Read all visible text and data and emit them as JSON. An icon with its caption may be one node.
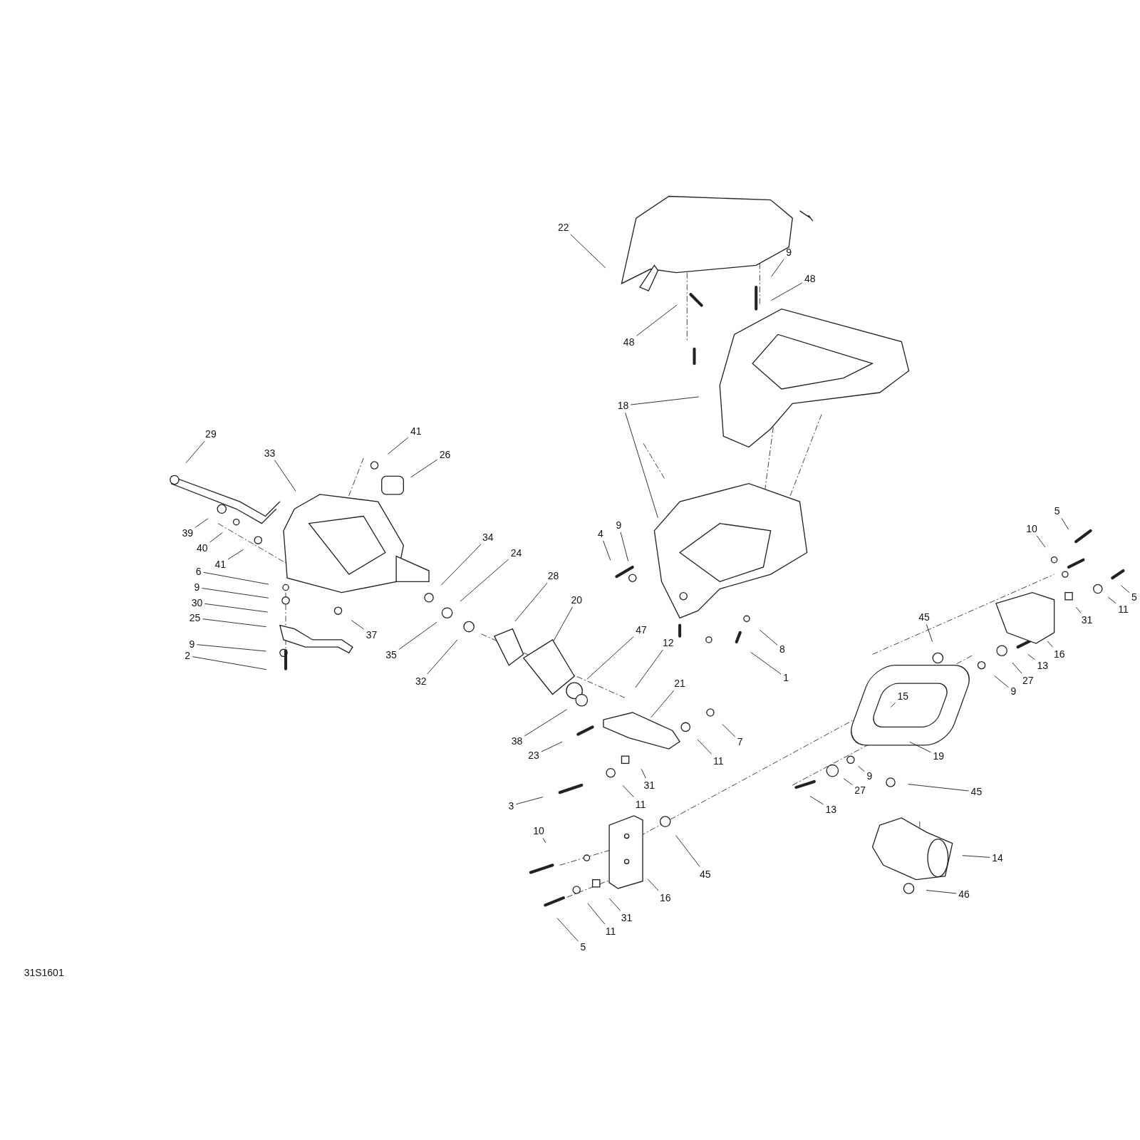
{
  "diagram": {
    "nodes": [
      {
        "text": [
          "22"
        ]
      },
      {
        "text": [
          "9"
        ]
      },
      {
        "text": [
          "48"
        ]
      },
      {
        "text": [
          "48"
        ]
      },
      {
        "text": [
          "18"
        ]
      },
      {
        "text": [
          "29"
        ]
      },
      {
        "text": [
          "33"
        ]
      },
      {
        "text": [
          "41"
        ]
      },
      {
        "text": [
          "26"
        ]
      },
      {
        "text": [
          "39"
        ]
      },
      {
        "text": [
          "40"
        ]
      },
      {
        "text": [
          "41"
        ]
      },
      {
        "text": [
          "6"
        ]
      },
      {
        "text": [
          "9"
        ]
      },
      {
        "text": [
          "30"
        ]
      },
      {
        "text": [
          "25"
        ]
      },
      {
        "text": [
          "9"
        ]
      },
      {
        "text": [
          "2"
        ]
      },
      {
        "text": [
          "37"
        ]
      },
      {
        "text": [
          "34"
        ]
      },
      {
        "text": [
          "24"
        ]
      },
      {
        "text": [
          "35"
        ]
      },
      {
        "text": [
          "28"
        ]
      },
      {
        "text": [
          "32"
        ]
      },
      {
        "text": [
          "20"
        ]
      },
      {
        "text": [
          "47"
        ]
      },
      {
        "text": [
          "12"
        ]
      },
      {
        "text": [
          "21"
        ]
      },
      {
        "text": [
          "38"
        ]
      },
      {
        "text": [
          "23"
        ]
      },
      {
        "text": [
          "4"
        ]
      },
      {
        "text": [
          "9"
        ]
      },
      {
        "text": [
          "8"
        ]
      },
      {
        "text": [
          "1"
        ]
      },
      {
        "text": [
          "7"
        ]
      },
      {
        "text": [
          "11"
        ]
      },
      {
        "text": [
          "31"
        ]
      },
      {
        "text": [
          "11"
        ]
      },
      {
        "text": [
          "3"
        ]
      },
      {
        "text": [
          "10"
        ]
      },
      {
        "text": [
          "45"
        ]
      },
      {
        "text": [
          "16"
        ]
      },
      {
        "text": [
          "31"
        ]
      },
      {
        "text": [
          "11"
        ]
      },
      {
        "text": [
          "5"
        ]
      },
      {
        "text": [
          "5"
        ]
      },
      {
        "text": [
          "10"
        ]
      },
      {
        "text": [
          "5"
        ]
      },
      {
        "text": [
          "11"
        ]
      },
      {
        "text": [
          "31"
        ]
      },
      {
        "text": [
          "16"
        ]
      },
      {
        "text": [
          "13"
        ]
      },
      {
        "text": [
          "27"
        ]
      },
      {
        "text": [
          "9"
        ]
      },
      {
        "text": [
          "45"
        ]
      },
      {
        "text": [
          "15"
        ]
      },
      {
        "text": [
          "19"
        ]
      },
      {
        "text": [
          "9"
        ]
      },
      {
        "text": [
          "27"
        ]
      },
      {
        "text": [
          "13"
        ]
      },
      {
        "text": [
          "45"
        ]
      },
      {
        "text": [
          "14"
        ]
      },
      {
        "text": [
          "46"
        ]
      }
    ],
    "edges": [
      {
        "from": 0,
        "to": null,
        "arrow": "none"
      },
      {
        "from": 1,
        "to": null,
        "arrow": "none"
      },
      {
        "from": 2,
        "to": null,
        "arrow": "none"
      },
      {
        "from": 3,
        "to": null,
        "arrow": "none"
      },
      {
        "from": 4,
        "to": null,
        "arrow": "none"
      },
      {
        "from": 4,
        "to": null,
        "arrow": "none"
      },
      {
        "from": 5,
        "to": null,
        "arrow": "none"
      },
      {
        "from": 6,
        "to": null,
        "arrow": "none"
      },
      {
        "from": 7,
        "to": null,
        "arrow": "none"
      },
      {
        "from": 8,
        "to": null,
        "arrow": "none"
      },
      {
        "from": 9,
        "to": null,
        "arrow": "none"
      },
      {
        "from": 10,
        "to": null,
        "arrow": "none"
      },
      {
        "from": 11,
        "to": null,
        "arrow": "none"
      },
      {
        "from": 12,
        "to": null,
        "arrow": "none"
      },
      {
        "from": 13,
        "to": null,
        "arrow": "none"
      },
      {
        "from": 14,
        "to": null,
        "arrow": "none"
      },
      {
        "from": 15,
        "to": null,
        "arrow": "none"
      },
      {
        "from": 16,
        "to": null,
        "arrow": "none"
      },
      {
        "from": 17,
        "to": null,
        "arrow": "none"
      },
      {
        "from": 18,
        "to": null,
        "arrow": "none"
      },
      {
        "from": 19,
        "to": null,
        "arrow": "none"
      },
      {
        "from": 20,
        "to": null,
        "arrow": "none"
      },
      {
        "from": 21,
        "to": null,
        "arrow": "none"
      },
      {
        "from": 22,
        "to": null,
        "arrow": "none"
      },
      {
        "from": 23,
        "to": null,
        "arrow": "none"
      },
      {
        "from": 24,
        "to": null,
        "arrow": "none"
      },
      {
        "from": 25,
        "to": null,
        "arrow": "none"
      },
      {
        "from": 26,
        "to": null,
        "arrow": "none"
      },
      {
        "from": 27,
        "to": null,
        "arrow": "none"
      },
      {
        "from": 28,
        "to": null,
        "arrow": "none"
      },
      {
        "from": 29,
        "to": null,
        "arrow": "none"
      },
      {
        "from": 30,
        "to": null,
        "arrow": "none"
      },
      {
        "from": 31,
        "to": null,
        "arrow": "none"
      },
      {
        "from": 32,
        "to": null,
        "arrow": "none"
      },
      {
        "from": 33,
        "to": null,
        "arrow": "none"
      },
      {
        "from": 34,
        "to": null,
        "arrow": "none"
      },
      {
        "from": 35,
        "to": null,
        "arrow": "none"
      },
      {
        "from": 36,
        "to": null,
        "arrow": "none"
      },
      {
        "from": 37,
        "to": null,
        "arrow": "none"
      },
      {
        "from": 38,
        "to": null,
        "arrow": "none"
      },
      {
        "from": 39,
        "to": null,
        "arrow": "none"
      },
      {
        "from": 40,
        "to": null,
        "arrow": "none"
      },
      {
        "from": 41,
        "to": null,
        "arrow": "none"
      },
      {
        "from": 42,
        "to": null,
        "arrow": "none"
      },
      {
        "from": 43,
        "to": null,
        "arrow": "none"
      },
      {
        "from": 44,
        "to": null,
        "arrow": "none"
      },
      {
        "from": 45,
        "to": null,
        "arrow": "none"
      },
      {
        "from": 46,
        "to": null,
        "arrow": "none"
      },
      {
        "from": 47,
        "to": null,
        "arrow": "none"
      },
      {
        "from": 48,
        "to": null,
        "arrow": "none"
      },
      {
        "from": 49,
        "to": null,
        "arrow": "none"
      },
      {
        "from": 50,
        "to": null,
        "arrow": "none"
      },
      {
        "from": 51,
        "to": null,
        "arrow": "none"
      },
      {
        "from": 52,
        "to": null,
        "arrow": "none"
      },
      {
        "from": 53,
        "to": null,
        "arrow": "none"
      },
      {
        "from": 54,
        "to": null,
        "arrow": "none"
      },
      {
        "from": 55,
        "to": null,
        "arrow": "none"
      },
      {
        "from": 56,
        "to": null,
        "arrow": "none"
      },
      {
        "from": 57,
        "to": null,
        "arrow": "none"
      },
      {
        "from": 58,
        "to": null,
        "arrow": "none"
      },
      {
        "from": 59,
        "to": null,
        "arrow": "none"
      },
      {
        "from": 60,
        "to": null,
        "arrow": "none"
      },
      {
        "from": 61,
        "to": null,
        "arrow": "none"
      },
      {
        "from": 62,
        "to": null,
        "arrow": "none"
      }
    ],
    "labels": [
      "31S1601"
    ]
  }
}
